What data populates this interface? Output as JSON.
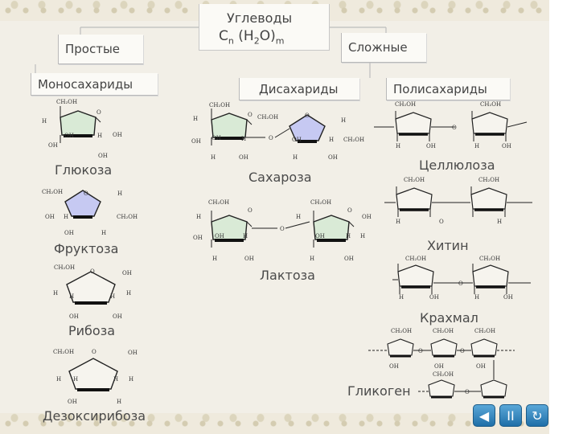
{
  "title": {
    "name": "Углеводы",
    "formula_c": "C",
    "formula_n": "n",
    "formula_h": "(H",
    "formula_2": "2",
    "formula_o": "O)",
    "formula_m": "m"
  },
  "categories": {
    "simple": "Простые",
    "complex": "Сложные"
  },
  "subcategories": {
    "mono": "Моносахариды",
    "di": "Дисахариды",
    "poly": "Полисахариды"
  },
  "molecules": {
    "glucose": "Глюкоза",
    "fructose": "Фруктоза",
    "ribose": "Рибоза",
    "deoxyribose": "Дезоксирибоза",
    "sucrose": "Сахароза",
    "lactose": "Лактоза",
    "cellulose": "Целлюлоза",
    "chitin": "Хитин",
    "starch": "Крахмал",
    "glycogen": "Гликоген"
  },
  "atom_labels": {
    "ch2oh": "CH₂OH",
    "o": "O",
    "h": "H",
    "oh": "OH"
  },
  "nav": {
    "back": "◀",
    "pause": "II",
    "replay": "↻"
  },
  "colors": {
    "hexose_fill": "#d9ead6",
    "pentose_fill": "#c6c9f2",
    "background": "#f2efe7"
  }
}
